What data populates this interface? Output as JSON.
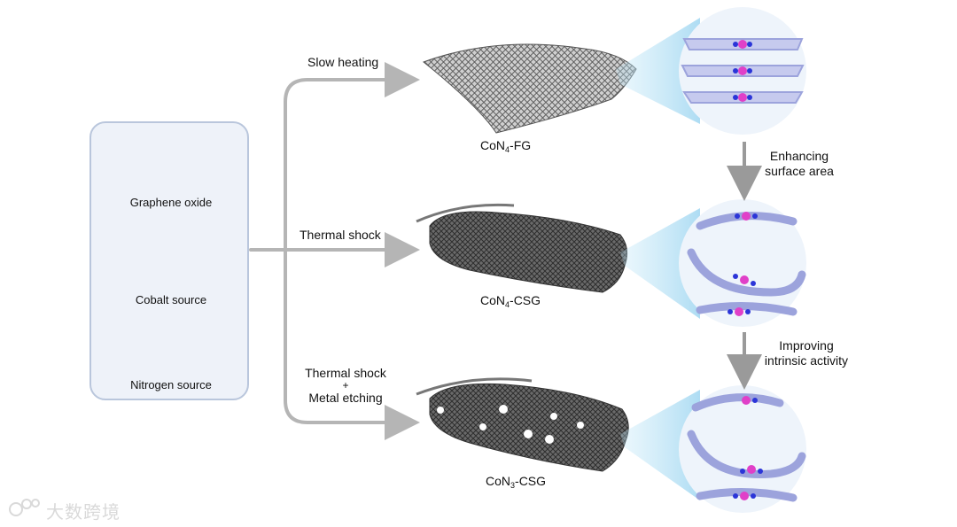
{
  "sources": {
    "graphene": "Graphene oxide",
    "cobalt": "Cobalt source",
    "nitrogen": "Nitrogen source"
  },
  "routes": {
    "slow": "Slow heating",
    "thermal": "Thermal shock",
    "etch_line1": "Thermal shock",
    "etch_plus": "+",
    "etch_line2": "Metal etching"
  },
  "products": {
    "fg": {
      "prefix": "CoN",
      "sub": "4",
      "suffix": "-FG"
    },
    "csg4": {
      "prefix": "CoN",
      "sub": "4",
      "suffix": "-CSG"
    },
    "csg3": {
      "prefix": "CoN",
      "sub": "3",
      "suffix": "-CSG"
    }
  },
  "steps": {
    "step1_line1": "Enhancing",
    "step1_line2": "surface area",
    "step2_line1": "Improving",
    "step2_line2": "intrinsic activity"
  },
  "watermark": "大数跨境",
  "colors": {
    "arrow": "#b5b5b5",
    "cobalt": "#f4a6d8",
    "nitrogen": "#1f3a8a",
    "graphene": "#3a3a3a",
    "oxygen": "#d22",
    "panel_bg": "#eef2f9",
    "zoom_bg": "#eef4fb",
    "atom_c": "#b9bde6",
    "atom_co": "#e040c8",
    "atom_n": "#2b35d8"
  }
}
